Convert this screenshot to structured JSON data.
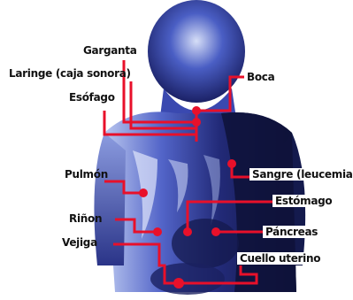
{
  "labels": {
    "garganta": "Garganta",
    "laringe": "Laringe (caja sonora)",
    "esofago": "Esófago",
    "boca": "Boca",
    "pulmon": "Pulmón",
    "sangre": "Sangre (leucemia)",
    "estomago": "Estómago",
    "rinon": "Riñon",
    "pancreas": "Páncreas",
    "vejiga": "Vejiga",
    "cuello_uterino": "Cuello uterino"
  },
  "colors": {
    "leader_line": "#e8102a",
    "body_dark": "#1a1f5c",
    "body_mid": "#3a49b0",
    "body_light": "#c9d3f2"
  }
}
